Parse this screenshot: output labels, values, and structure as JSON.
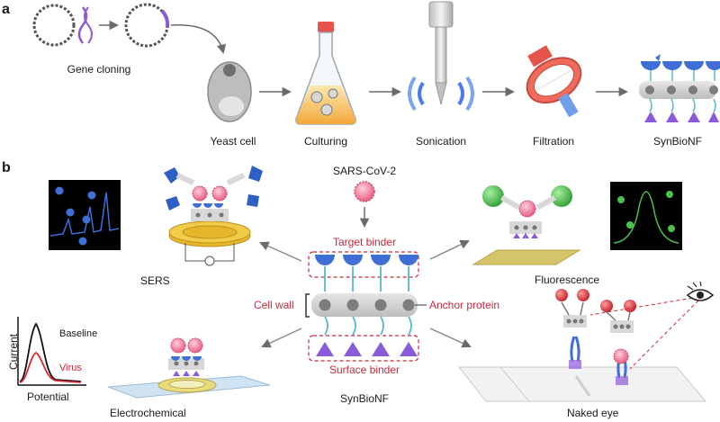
{
  "panel_a": {
    "letter": "a",
    "steps": {
      "gene_cloning": "Gene cloning",
      "yeast_cell": "Yeast cell",
      "culturing": "Culturing",
      "sonication": "Sonication",
      "filtration": "Filtration",
      "synbionf": "SynBioNF"
    }
  },
  "panel_b": {
    "letter": "b",
    "virus_label": "SARS-CoV-2",
    "target_binder": "Target binder",
    "cell_wall": "Cell wall",
    "anchor_protein": "Anchor protein",
    "surface_binder": "Surface binder",
    "center_caption": "SynBioNF",
    "methods": {
      "sers": "SERS",
      "fluorescence": "Fluorescence",
      "electrochemical": "Electrochemical",
      "naked_eye": "Naked eye"
    },
    "plot": {
      "ylabel": "Current",
      "xlabel": "Potential",
      "baseline": "Baseline",
      "virus": "Virus"
    }
  },
  "colors": {
    "binder_blue": "#3f6fd6",
    "anchor_grey": "#7d7d7d",
    "surface_purple": "#8a5ad8",
    "label_red": "#c8283a",
    "virus_pink": "#e6557a",
    "fluor_green": "#4cc24c",
    "gold": "#e5b62a"
  }
}
